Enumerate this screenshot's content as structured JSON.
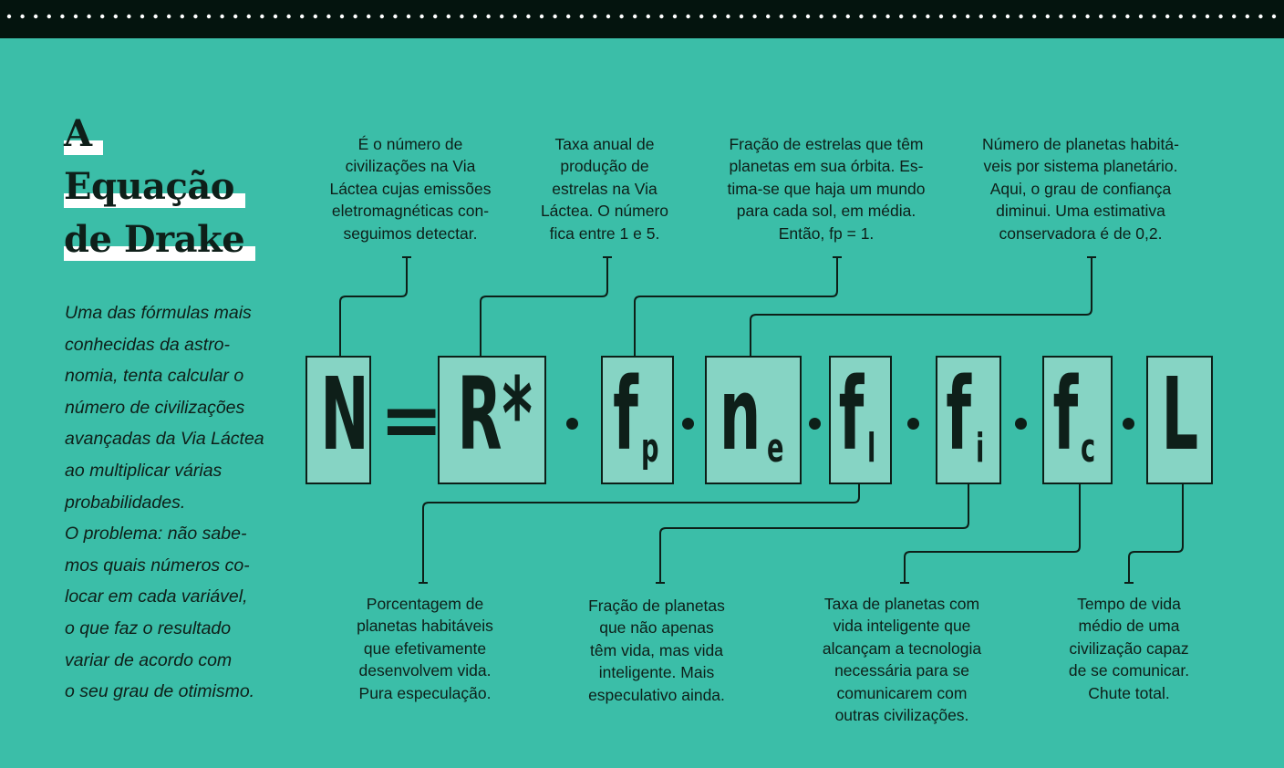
{
  "title": {
    "line1": "A",
    "line2": "Equação",
    "line3": "de Drake"
  },
  "intro": [
    "Uma das fórmulas mais",
    "conhecidas da astro-",
    "nomia, tenta calcular o",
    "número de civilizações",
    "avançadas da Via Láctea",
    "ao multiplicar várias",
    "probabilidades.",
    "O problema: não sabe-",
    "mos quais números co-",
    "locar em cada variável,",
    "o que faz o resultado",
    "variar de acordo com",
    "o seu grau de otimismo."
  ],
  "equation": {
    "equals": "=",
    "terms": [
      {
        "symbol": "N",
        "sub": ""
      },
      {
        "symbol": "R*",
        "sub": ""
      },
      {
        "symbol": "f",
        "sub": "p"
      },
      {
        "symbol": "n",
        "sub": "e"
      },
      {
        "symbol": "f",
        "sub": "l"
      },
      {
        "symbol": "f",
        "sub": "i"
      },
      {
        "symbol": "f",
        "sub": "c"
      },
      {
        "symbol": "L",
        "sub": ""
      }
    ]
  },
  "descriptions": {
    "N": [
      "É o número de",
      "civilizações na Via",
      "Láctea cujas emissões",
      "eletromagnéticas con-",
      "seguimos detectar."
    ],
    "R": [
      "Taxa anual de",
      "produção de",
      "estrelas na Via",
      "Láctea. O número",
      "fica entre 1 e 5."
    ],
    "fp": [
      "Fração de estrelas que têm",
      "planetas em sua órbita. Es-",
      "tima-se que haja um mundo",
      "para cada sol, em média.",
      "Então, fp = 1."
    ],
    "ne": [
      "Número de planetas habitá-",
      "veis por sistema planetário.",
      "Aqui, o grau de confiança",
      "diminui. Uma estimativa",
      "conservadora é de 0,2."
    ],
    "fl": [
      "Porcentagem de",
      "planetas habitáveis",
      "que efetivamente",
      "desenvolvem vida.",
      "Pura especulação."
    ],
    "fi": [
      "Fração de planetas",
      "que não apenas",
      "têm vida, mas vida",
      "inteligente. Mais",
      "especulativo ainda."
    ],
    "fc": [
      "Taxa de planetas com",
      "vida inteligente que",
      "alcançam a tecnologia",
      "necessária para se",
      "comunicarem com",
      "outras civilizações."
    ],
    "L": [
      "Tempo de vida",
      "médio de uma",
      "civilização capaz",
      "de se comunicar.",
      "Chute total."
    ]
  }
}
